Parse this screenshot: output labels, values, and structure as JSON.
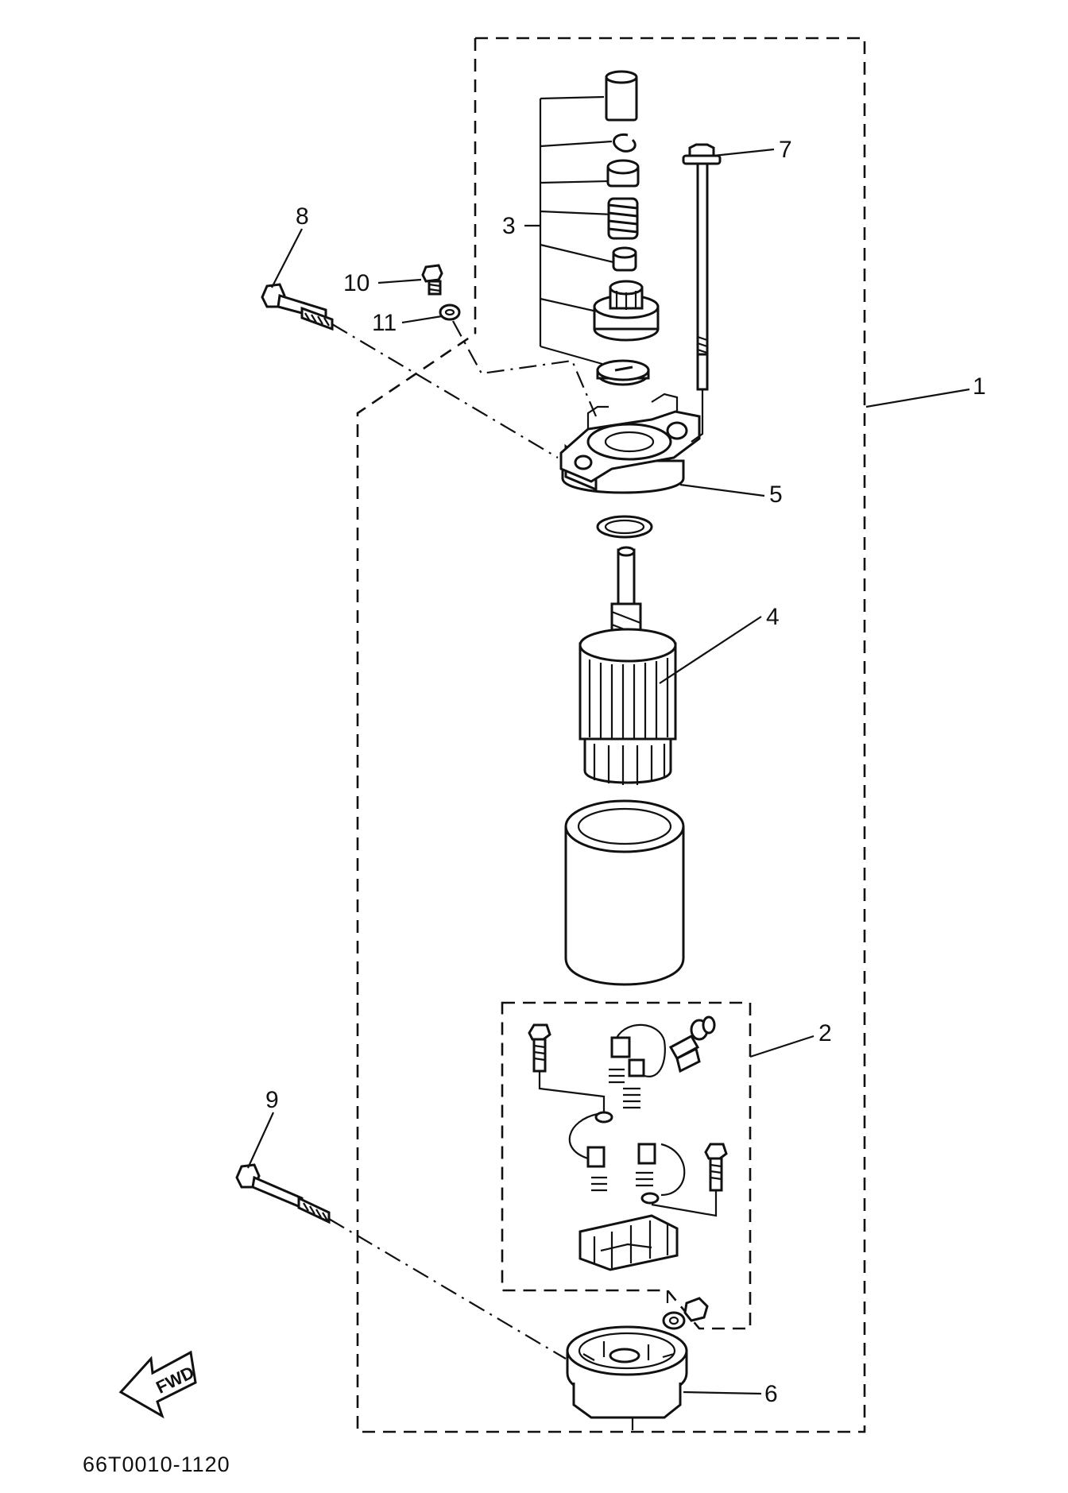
{
  "diagram": {
    "callouts": [
      {
        "id": "1",
        "label": "1"
      },
      {
        "id": "2",
        "label": "2"
      },
      {
        "id": "3",
        "label": "3"
      },
      {
        "id": "4",
        "label": "4"
      },
      {
        "id": "5",
        "label": "5"
      },
      {
        "id": "6",
        "label": "6"
      },
      {
        "id": "7",
        "label": "7"
      },
      {
        "id": "8",
        "label": "8"
      },
      {
        "id": "9",
        "label": "9"
      },
      {
        "id": "10",
        "label": "10"
      },
      {
        "id": "11",
        "label": "11"
      }
    ],
    "direction_label": "FWD",
    "drawing_code": "66T0010-1120"
  },
  "colors": {
    "ink": "#111111",
    "paper": "#ffffff"
  }
}
